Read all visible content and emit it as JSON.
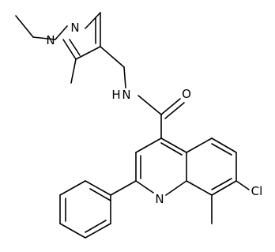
{
  "atoms": {
    "n_pyrazole": "N",
    "n1_pyrazole": "N",
    "n_amide": "N",
    "h_amide": "H",
    "o_carbonyl": "O",
    "n_quinoline": "N",
    "cl": "Cl"
  }
}
